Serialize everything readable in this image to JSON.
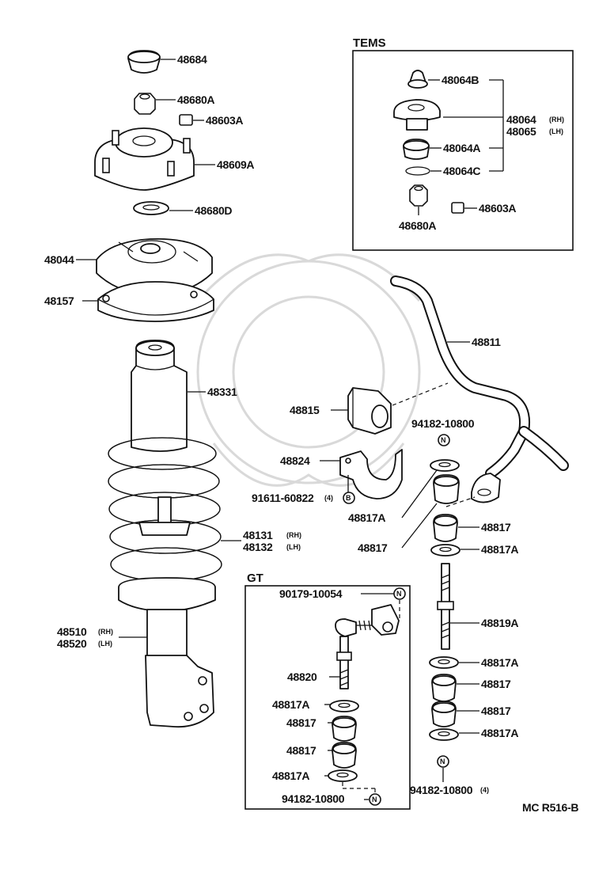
{
  "labels": {
    "p48684": "48684",
    "p48680A_top": "48680A",
    "p48603A_top": "48603A",
    "p48609A": "48609A",
    "p48680D": "48680D",
    "p48044": "48044",
    "p48157": "48157",
    "p48331": "48331",
    "p48131": "48131",
    "p48132": "48132",
    "p48510": "48510",
    "p48520": "48520",
    "p48811": "48811",
    "p48815": "48815",
    "p48824": "48824",
    "p91611": "91611-60822",
    "p91611_qty": "(4)",
    "p94182_top": "94182-10800",
    "p48817A_a": "48817A",
    "p48817_a": "48817",
    "p48817_r1": "48817",
    "p48817A_r1": "48817A",
    "p48819A": "48819A",
    "p48817A_r2": "48817A",
    "p48817_r2": "48817",
    "p48817_r3": "48817",
    "p48817A_r3": "48817A",
    "p94182_bottom": "94182-10800",
    "p94182_bottom_qty": "(4)"
  },
  "side_marks": {
    "rh": "(RH)",
    "lh": "(LH)"
  },
  "symbols": {
    "nut_N": "N",
    "bolt_B": "B"
  },
  "tems": {
    "title": "TEMS",
    "p48064B": "48064B",
    "p48064": "48064",
    "p48065": "48065",
    "p48064A": "48064A",
    "p48064C": "48064C",
    "p48680A": "48680A",
    "p48603A": "48603A"
  },
  "gt": {
    "title": "GT",
    "p90179": "90179-10054",
    "p48820": "48820",
    "p48817A_1": "48817A",
    "p48817_1": "48817",
    "p48817_2": "48817",
    "p48817A_2": "48817A",
    "p94182": "94182-10800"
  },
  "footer": {
    "code": "MC R516-B"
  }
}
